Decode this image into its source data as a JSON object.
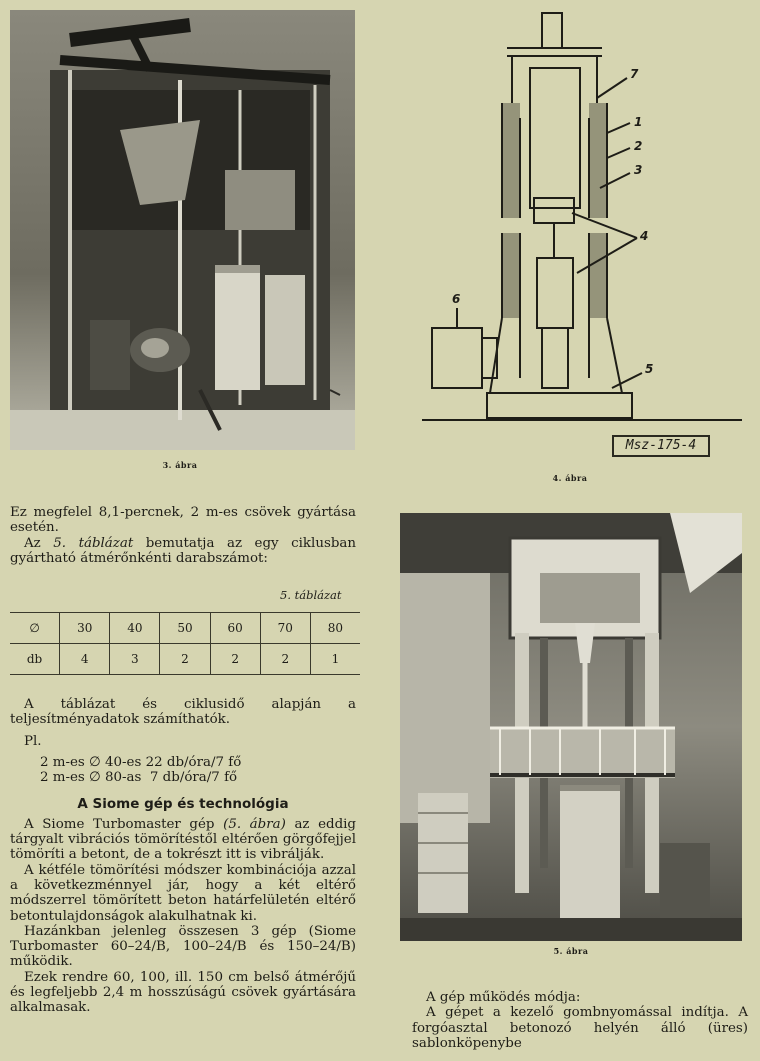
{
  "figures": {
    "fig3_caption": "3. ábra",
    "fig4_caption": "4. ábra",
    "fig5_caption": "5. ábra",
    "fig4_stamp": "Msz-175-4",
    "fig4_labels": [
      "7",
      "1",
      "2",
      "3",
      "4",
      "6",
      "5"
    ]
  },
  "left_column": {
    "para1": "Ez megfelel 8,1-percnek, 2 m-es csövek gyártása esetén.",
    "para2_prefix": "Az ",
    "para2_italic": "5. táblázat",
    "para2_suffix": " bemutatja az egy ciklusban gyártható átmérőnkénti darabszámot:",
    "table_title": "5. táblázat",
    "table": {
      "row1_header": "∅",
      "row1_values": [
        "30",
        "40",
        "50",
        "60",
        "70",
        "80"
      ],
      "row2_header": "db",
      "row2_values": [
        "4",
        "3",
        "2",
        "2",
        "2",
        "1"
      ]
    },
    "para3": "A táblázat és ciklusidő alapján a teljesítményadatok számíthatók.",
    "pl": "Pl.",
    "example1": "2 m-es ∅ 40-es 22 db/óra/7 fő",
    "example2": "2 m-es ∅ 80-as  7 db/óra/7 fő",
    "section_heading": "A Siome gép és technológia",
    "para4_prefix": "A Siome Turbomaster gép ",
    "para4_italic": "(5. ábra)",
    "para4_suffix": " az eddig tárgyalt vibrációs tömörítéstől eltérően görgőfejjel tömöríti a betont, de a tokrészt itt is vibrálják.",
    "para5": "A kétféle tömörítési módszer kombinációja azzal a következménnyel jár, hogy a két eltérő módszerrel tömörített beton határfelületén eltérő betontulajdonságok alakulhatnak ki.",
    "para6": "Hazánkban jelenleg összesen 3 gép (Siome Turbomaster 60–24/B, 100–24/B és 150–24/B) működik.",
    "para7": "Ezek rendre 60, 100, ill. 150 cm belső átmérőjű és legfeljebb 2,4 m hosszúságú csövek gyártására alkalmasak."
  },
  "right_column": {
    "para1": "A gép működés módja:",
    "para2": "A gépet a kezelő gombnyomással indítja. A forgóasztal betonozó helyén álló (üres) sablonköpenybe"
  },
  "colors": {
    "paper": "#d6d5b1",
    "ink": "#1e1d17"
  }
}
